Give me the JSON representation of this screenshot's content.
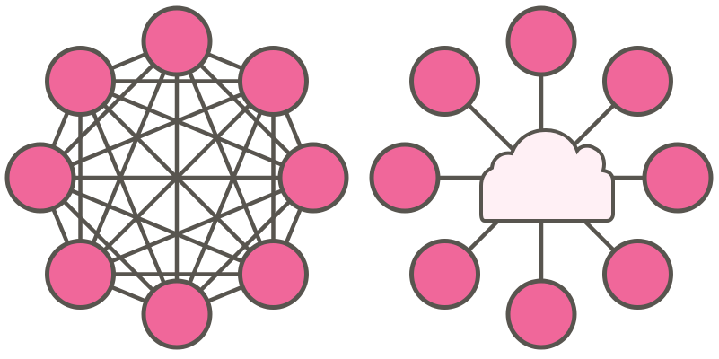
{
  "colors": {
    "node_fill": "#f0679a",
    "line": "#58554f",
    "cloud_fill": "#fff0f5",
    "background": "#ffffff"
  },
  "mesh_network": {
    "node_count": 8,
    "topology": "full-mesh"
  },
  "star_network": {
    "node_count": 8,
    "topology": "hub-and-spoke",
    "hub_icon": "cloud-icon"
  }
}
